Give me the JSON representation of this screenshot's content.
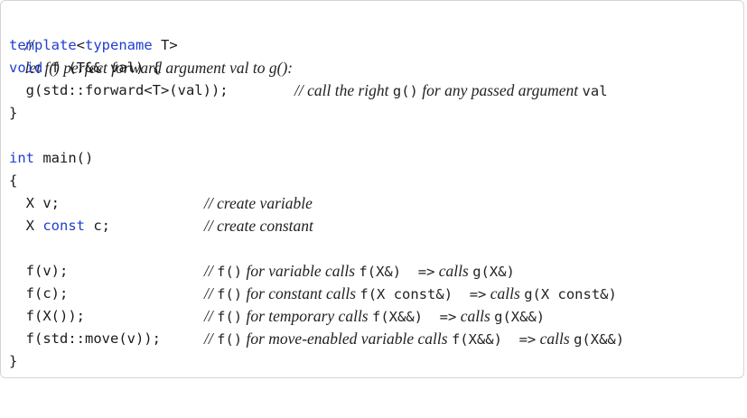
{
  "header_comment": {
    "slashes": "//",
    "text": "let f() perfect forward argument val to g():"
  },
  "template_line": {
    "kw1": "template",
    "lt": "<",
    "kw2": "typename",
    "rest": " T>"
  },
  "void_line": {
    "kw": "void",
    "rest": " f (T&& val) {"
  },
  "call_line": {
    "code": "  g(std::forward<T>(val));",
    "comment_slashes": "//",
    "comment_text": "call the right ",
    "comment_code1": "g()",
    "comment_text2": " for any passed argument ",
    "comment_code2": "val"
  },
  "close_brace_1": "}",
  "main_line": {
    "kw": "int",
    "rest": " main()"
  },
  "open_brace": "{",
  "var_decl": {
    "code": "  X v;",
    "comment": "// create variable"
  },
  "const_decl": {
    "code_pre": "  X ",
    "kw": "const",
    "code_post": " c;",
    "comment": "// create constant"
  },
  "calls": [
    {
      "code": "  f(v);",
      "c_slashes": "//",
      "c_f": "f()",
      "c_text1": " for variable calls ",
      "c_sig": "f(X&)",
      "c_arrow": "  =>",
      "c_text2": " calls ",
      "c_g": "g(X&)"
    },
    {
      "code": "  f(c);",
      "c_slashes": "//",
      "c_f": "f()",
      "c_text1": " for constant calls ",
      "c_sig": "f(X const&)",
      "c_arrow": "  =>",
      "c_text2": " calls ",
      "c_g": "g(X const&)"
    },
    {
      "code": "  f(X());",
      "c_slashes": "//",
      "c_f": "f()",
      "c_text1": " for temporary calls ",
      "c_sig": "f(X&&)",
      "c_arrow": "  =>",
      "c_text2": " calls ",
      "c_g": "g(X&&)"
    },
    {
      "code": "  f(std::move(v));",
      "c_slashes": "//",
      "c_f": "f()",
      "c_text1": " for move-enabled variable calls ",
      "c_sig": "f(X&&)",
      "c_arrow": "  =>",
      "c_text2": " calls ",
      "c_g": "g(X&&)"
    }
  ],
  "close_brace_2": "}",
  "colors": {
    "keyword": "#1f3fd0",
    "text": "#1a1a1a",
    "border": "#d4d4d4"
  }
}
